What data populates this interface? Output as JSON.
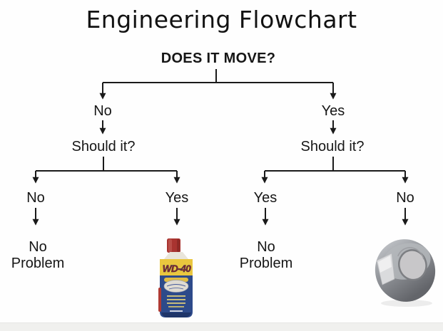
{
  "title": "Engineering Flowchart",
  "root": {
    "question": "DOES IT MOVE?"
  },
  "branches": {
    "left": {
      "label": "No",
      "question": "Should it?",
      "children": {
        "no": {
          "label": "No",
          "result": "No Problem"
        },
        "yes": {
          "label": "Yes",
          "result_icon": "wd40-can"
        }
      }
    },
    "right": {
      "label": "Yes",
      "question": "Should it?",
      "children": {
        "yes": {
          "label": "Yes",
          "result": "No Problem"
        },
        "no": {
          "label": "No",
          "result_icon": "duct-tape-roll"
        }
      }
    }
  },
  "items": {
    "wd40": {
      "icon": "wd40-can",
      "label": "WD-40"
    },
    "duct_tape": {
      "icon": "duct-tape-roll"
    }
  },
  "colors": {
    "line": "#1a1a1a",
    "background": "#fefefe",
    "bottom_strip": "#f0f0ee",
    "wd40_cap_red": "#a93430",
    "wd40_yellow": "#eac63e",
    "wd40_body_blue": "#2d4a8a",
    "wd40_logo_red": "#a02318",
    "tape_gray": "#8b8e93"
  }
}
